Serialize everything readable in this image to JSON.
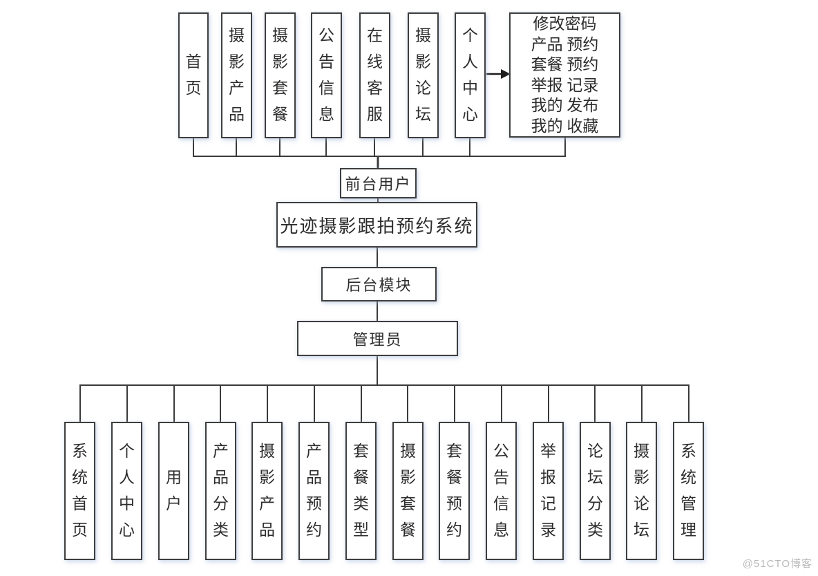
{
  "diagram": {
    "system_title": "光迹摄影跟拍预约系统",
    "front_user_label": "前台用户",
    "backend_module_label": "后台模块",
    "admin_label": "管理员",
    "front_modules": [
      "首页",
      "摄影产品",
      "摄影套餐",
      "公告信息",
      "在线客服",
      "摄影论坛",
      "个人中心"
    ],
    "user_center_functions": [
      "修改密码",
      "产品 预约",
      "套餐 预约",
      "举报 记录",
      "我的 发布",
      "我的 收藏"
    ],
    "admin_modules": [
      "系统首页",
      "个人中心",
      "用户",
      "产品分类",
      "摄影产品",
      "产品预约",
      "套餐类型",
      "摄影套餐",
      "套餐预约",
      "公告信息",
      "举报记录",
      "论坛分类",
      "摄影论坛",
      "系统管理"
    ],
    "watermark": "@51CTO博客",
    "colors": {
      "line": "#3a3a3a",
      "box_border": "#3e3e3e",
      "text": "#2d2d2d",
      "watermark": "#b9b9b9",
      "background": "#ffffff"
    }
  }
}
